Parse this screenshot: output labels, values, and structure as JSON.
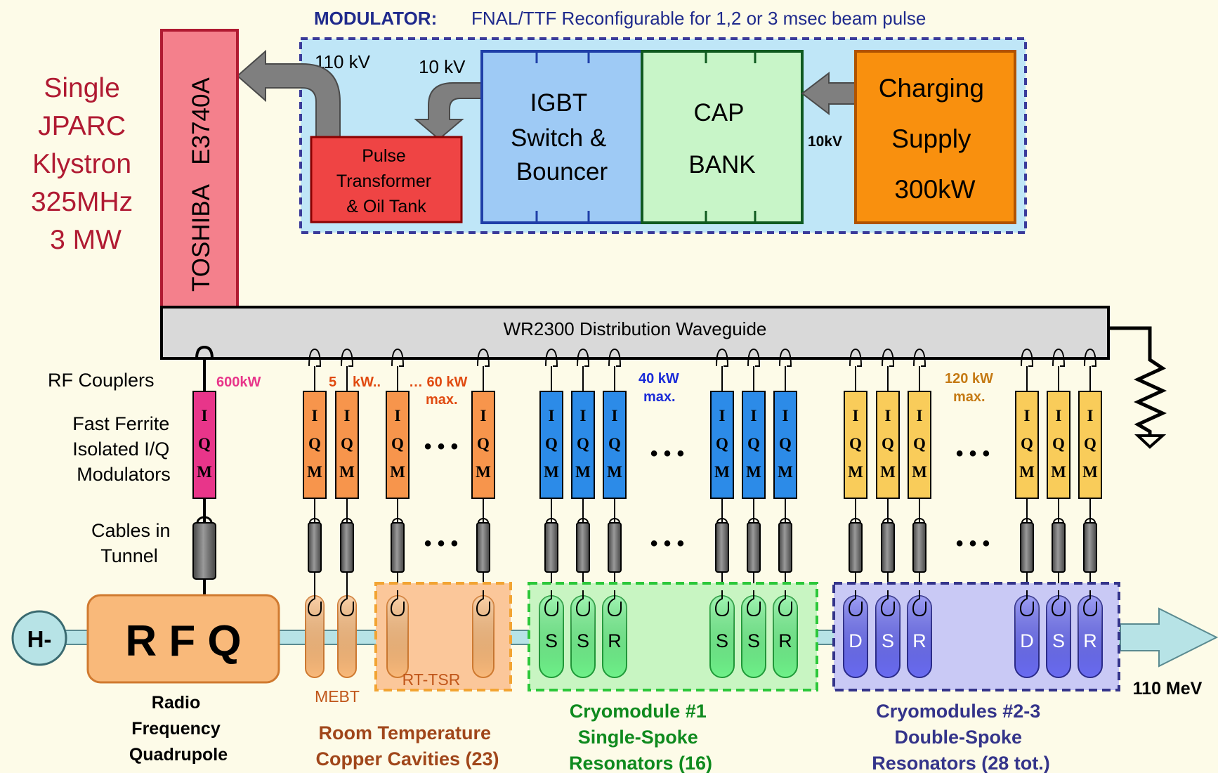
{
  "colors": {
    "background": "#fdfbe8",
    "modulator_box": "#bfe6f7",
    "modulator_border": "#3b3b9a",
    "klystron": "#f4808c",
    "klystron_border": "#b01a32",
    "pulse_transformer": "#ef4444",
    "igbt": "#9ecaf5",
    "igbt_border": "#1f3fa8",
    "cap_bank": "#c8f5c8",
    "cap_border": "#0f5a20",
    "charging": "#f9900e",
    "waveguide": "#d9d9d9",
    "iqm_magenta": "#e8358a",
    "iqm_orange": "#f7954c",
    "iqm_blue": "#2c8be8",
    "iqm_yellow": "#f9cc5a",
    "rfq": "#f9b97a",
    "ssr": "#6ff28a",
    "dsr": "#6a6cf2",
    "beam": "#b7e3e6",
    "title_blue": "#1f2a8c",
    "klystron_text": "#b01a32"
  },
  "modulator": {
    "title_bold": "MODULATOR:",
    "title_rest": "FNAL/TTF Reconfigurable for 1,2 or 3 msec beam pulse",
    "v110": "110 kV",
    "v10": "10 kV",
    "v10b": "10kV",
    "pulse": [
      "Pulse",
      "Transformer",
      "& Oil Tank"
    ],
    "igbt": [
      "IGBT",
      "Switch &",
      "Bouncer"
    ],
    "cap": [
      "CAP",
      "BANK"
    ],
    "charging": [
      "Charging",
      "Supply",
      "300kW"
    ]
  },
  "klystron": {
    "label": [
      "Single",
      "JPARC",
      "Klystron",
      "325MHz",
      "3 MW"
    ],
    "tube": "TOSHIBA   E3740A"
  },
  "waveguide": {
    "label": "WR2300 Distribution Waveguide"
  },
  "left_labels": {
    "rf_couplers": "RF Couplers",
    "ferrite": [
      "Fast Ferrite",
      "Isolated I/Q",
      "Modulators"
    ],
    "cables": [
      "Cables in",
      "Tunnel"
    ]
  },
  "power_labels": {
    "p600": "600kW",
    "p5": "5",
    "pkw": "kW..",
    "p60": "… 60 kW",
    "p60max": "max.",
    "p40": "40 kW",
    "p40max": "max.",
    "p120": "120 kW",
    "p120max": "max."
  },
  "iqm_letters": [
    "I",
    "Q",
    "M"
  ],
  "ellipsis": "• • •",
  "ellipsis_wide": "•  •  •",
  "beamline": {
    "hminus": "H-",
    "rfq": "R F Q",
    "mebt": "MEBT",
    "rttsr": "RT-TSR",
    "ssr_cavities": [
      "S",
      "S",
      "R",
      "S",
      "S",
      "R"
    ],
    "dsr_cavities": [
      "D",
      "S",
      "R",
      "D",
      "S",
      "R"
    ],
    "energy": "110 MeV"
  },
  "bottom_labels": {
    "rfq": [
      "Radio",
      "Frequency",
      "Quadrupole"
    ],
    "room": [
      "Room Temperature",
      "Copper Cavities (23)"
    ],
    "cryo1": [
      "Cryomodule #1",
      "Single-Spoke",
      "Resonators (16)"
    ],
    "cryo23": [
      "Cryomodules #2-3",
      "Double-Spoke",
      "Resonators (28 tot.)"
    ]
  }
}
